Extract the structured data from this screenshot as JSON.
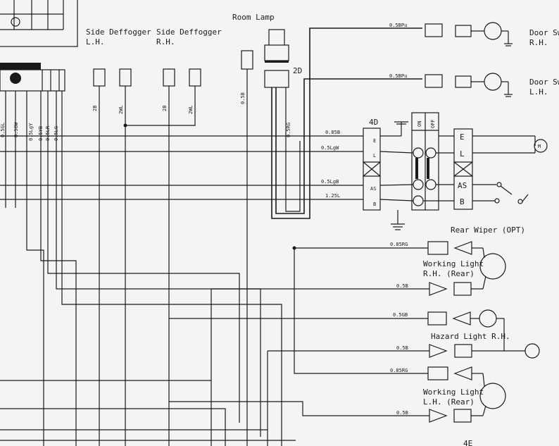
{
  "components": {
    "room_lamp": "Room Lamp",
    "side_def_lh": [
      "Side Deffogger",
      "L.H."
    ],
    "side_def_rh": [
      "Side Deffogger",
      "R.H."
    ],
    "door_sw_rh": [
      "Door Swi",
      "R.H."
    ],
    "door_sw_lh": [
      "Door Swi",
      "L.H."
    ],
    "rear_wiper": "Rear Wiper (OPT)",
    "work_light_rh": [
      "Working Light",
      "R.H. (Rear)"
    ],
    "hazard_rh": "Hazard Light R.H.",
    "work_light_lh": [
      "Working Light",
      "L.H. (Rear)"
    ],
    "motor_symbol": "M"
  },
  "connectors": {
    "c2d": "2D",
    "c4d": "4D",
    "c4e": "4E",
    "pins_4d": [
      "E",
      "L",
      "AS",
      "B"
    ],
    "pins_switch": [
      "E",
      "L",
      "AS",
      "B"
    ],
    "switch_on": "ON",
    "switch_off": "OFF"
  },
  "wires": {
    "w_05bpu_1": "0.5BPu",
    "w_05bpu_2": "0.5BPu",
    "w_085b": "0.85B",
    "w_05lgw": "0.5LgW",
    "w_05lgb": "0.5LgB",
    "w_125l": "1.25L",
    "w_085rg_1": "0.85RG",
    "w_05b_1": "0.5B",
    "w_05gb": "0.5GB",
    "w_05b_2": "0.5B",
    "w_085rg_2": "0.85RG",
    "w_05b_3": "0.5B",
    "v_2b_1": "2B",
    "v_2wl_1": "2WL",
    "v_2b_2": "2B",
    "v_2wl_2": "2WL",
    "v_05b": "0.5B",
    "v_05rg": "0.5RG",
    "left_vert": [
      "0.5GL",
      "0.5GW",
      "0.5LgY",
      "0.5YB",
      "0.5LR",
      "0.5LG"
    ]
  }
}
